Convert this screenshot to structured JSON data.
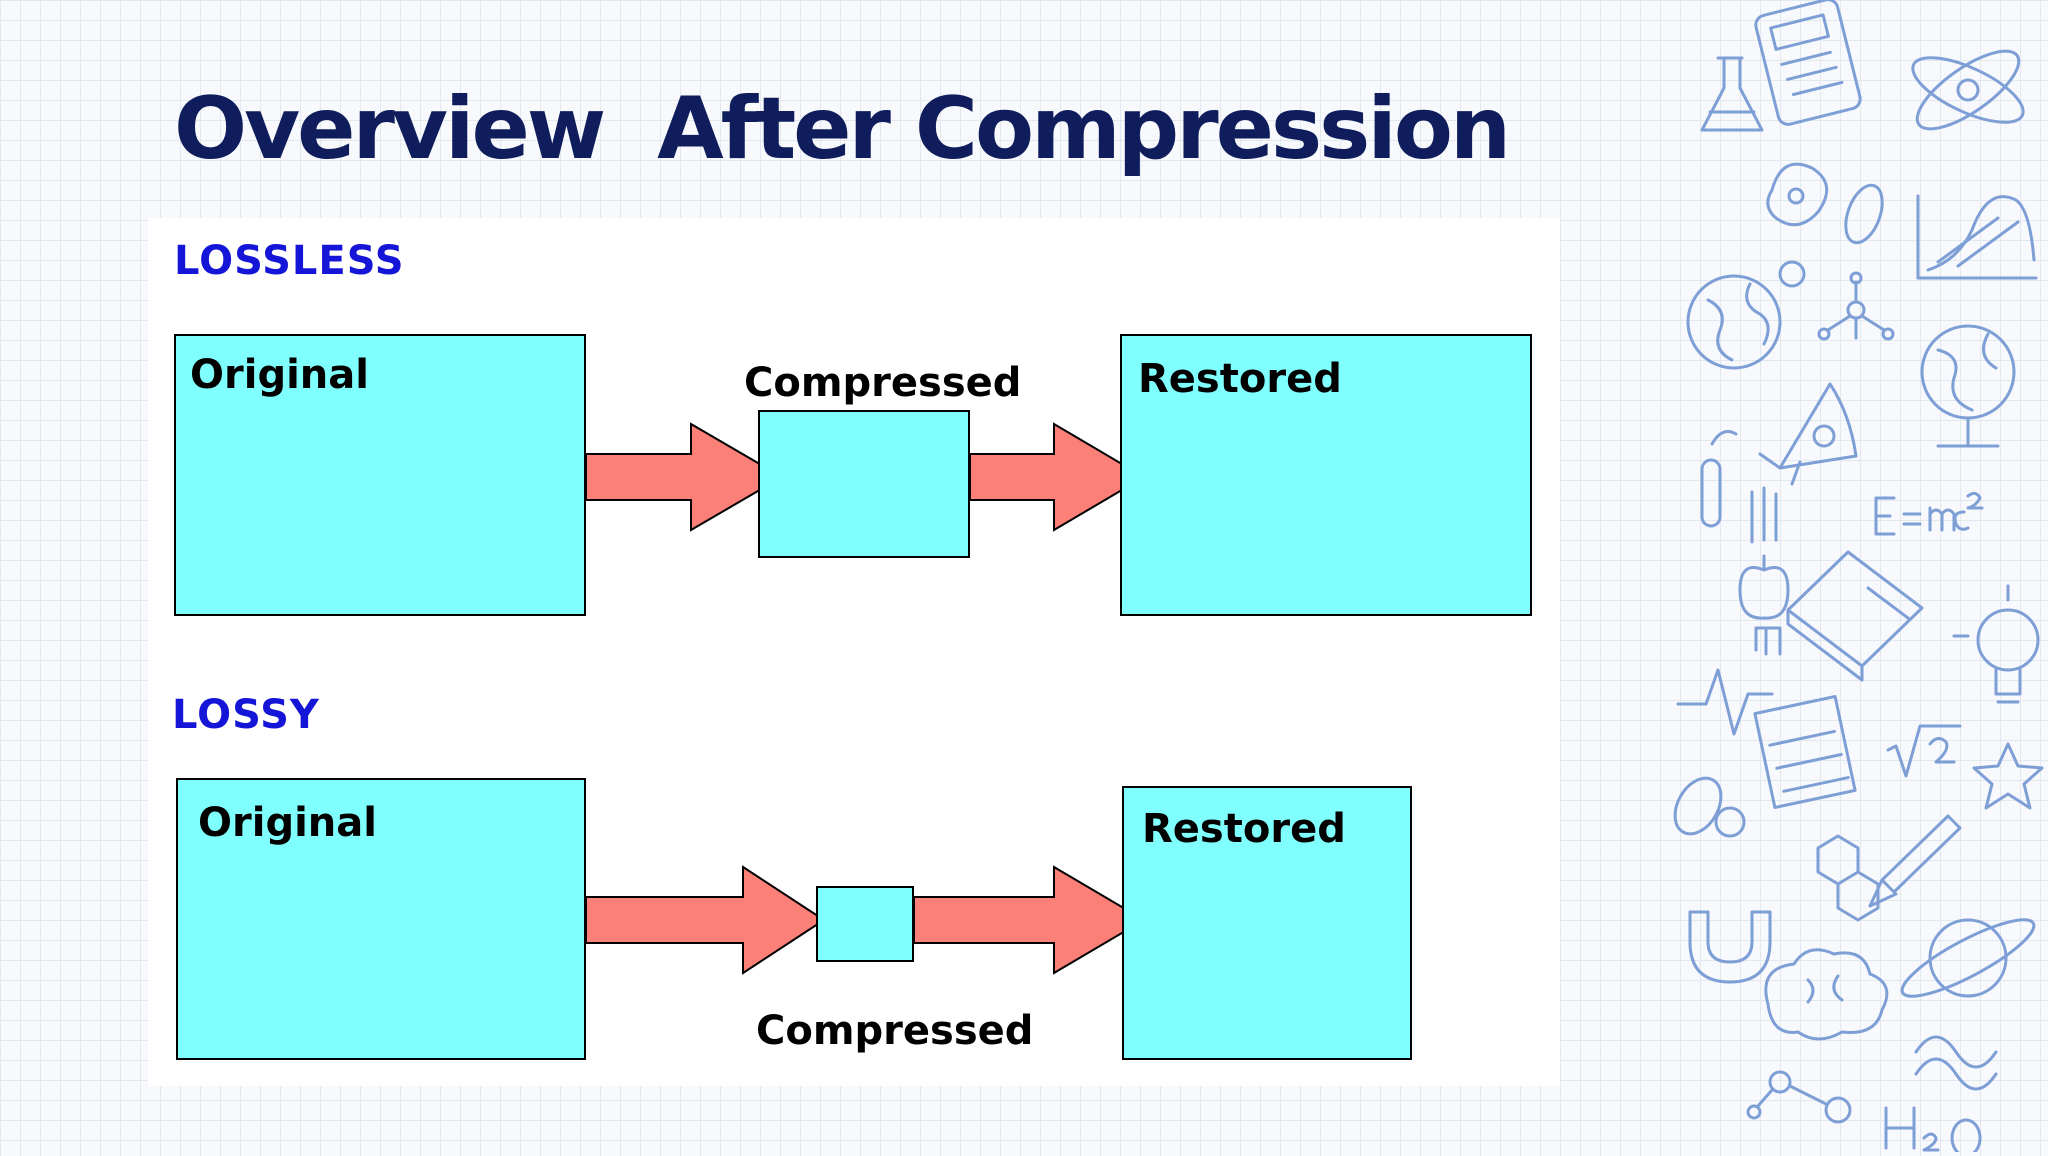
{
  "slide": {
    "title": "Overview  After Compression"
  },
  "diagram": {
    "lossless": {
      "section_label": "LOSSLESS",
      "original_label": "Original",
      "compressed_label": "Compressed",
      "restored_label": "Restored"
    },
    "lossy": {
      "section_label": "LOSSY",
      "original_label": "Original",
      "compressed_label": "Compressed",
      "restored_label": "Restored"
    }
  },
  "colors": {
    "title": "#0f1d5c",
    "section_label": "#1515d8",
    "box_fill": "#80ffff",
    "arrow_fill": "#fb8078",
    "doodle_stroke": "#7e9fd6"
  },
  "decoration_icons": [
    "flask-icon",
    "calculator-icon",
    "atom-icon",
    "bacteria-icon",
    "chart-icon",
    "globe-icon",
    "molecule-icon",
    "rocket-icon",
    "test-tube-icon",
    "apple-icon",
    "formula-icon",
    "book-icon",
    "lightbulb-icon",
    "pulse-icon",
    "abacus-icon",
    "star-icon",
    "pills-icon",
    "hexagon-molecule-icon",
    "pipette-icon",
    "magnet-icon",
    "brain-icon",
    "planet-icon",
    "dna-icon"
  ]
}
